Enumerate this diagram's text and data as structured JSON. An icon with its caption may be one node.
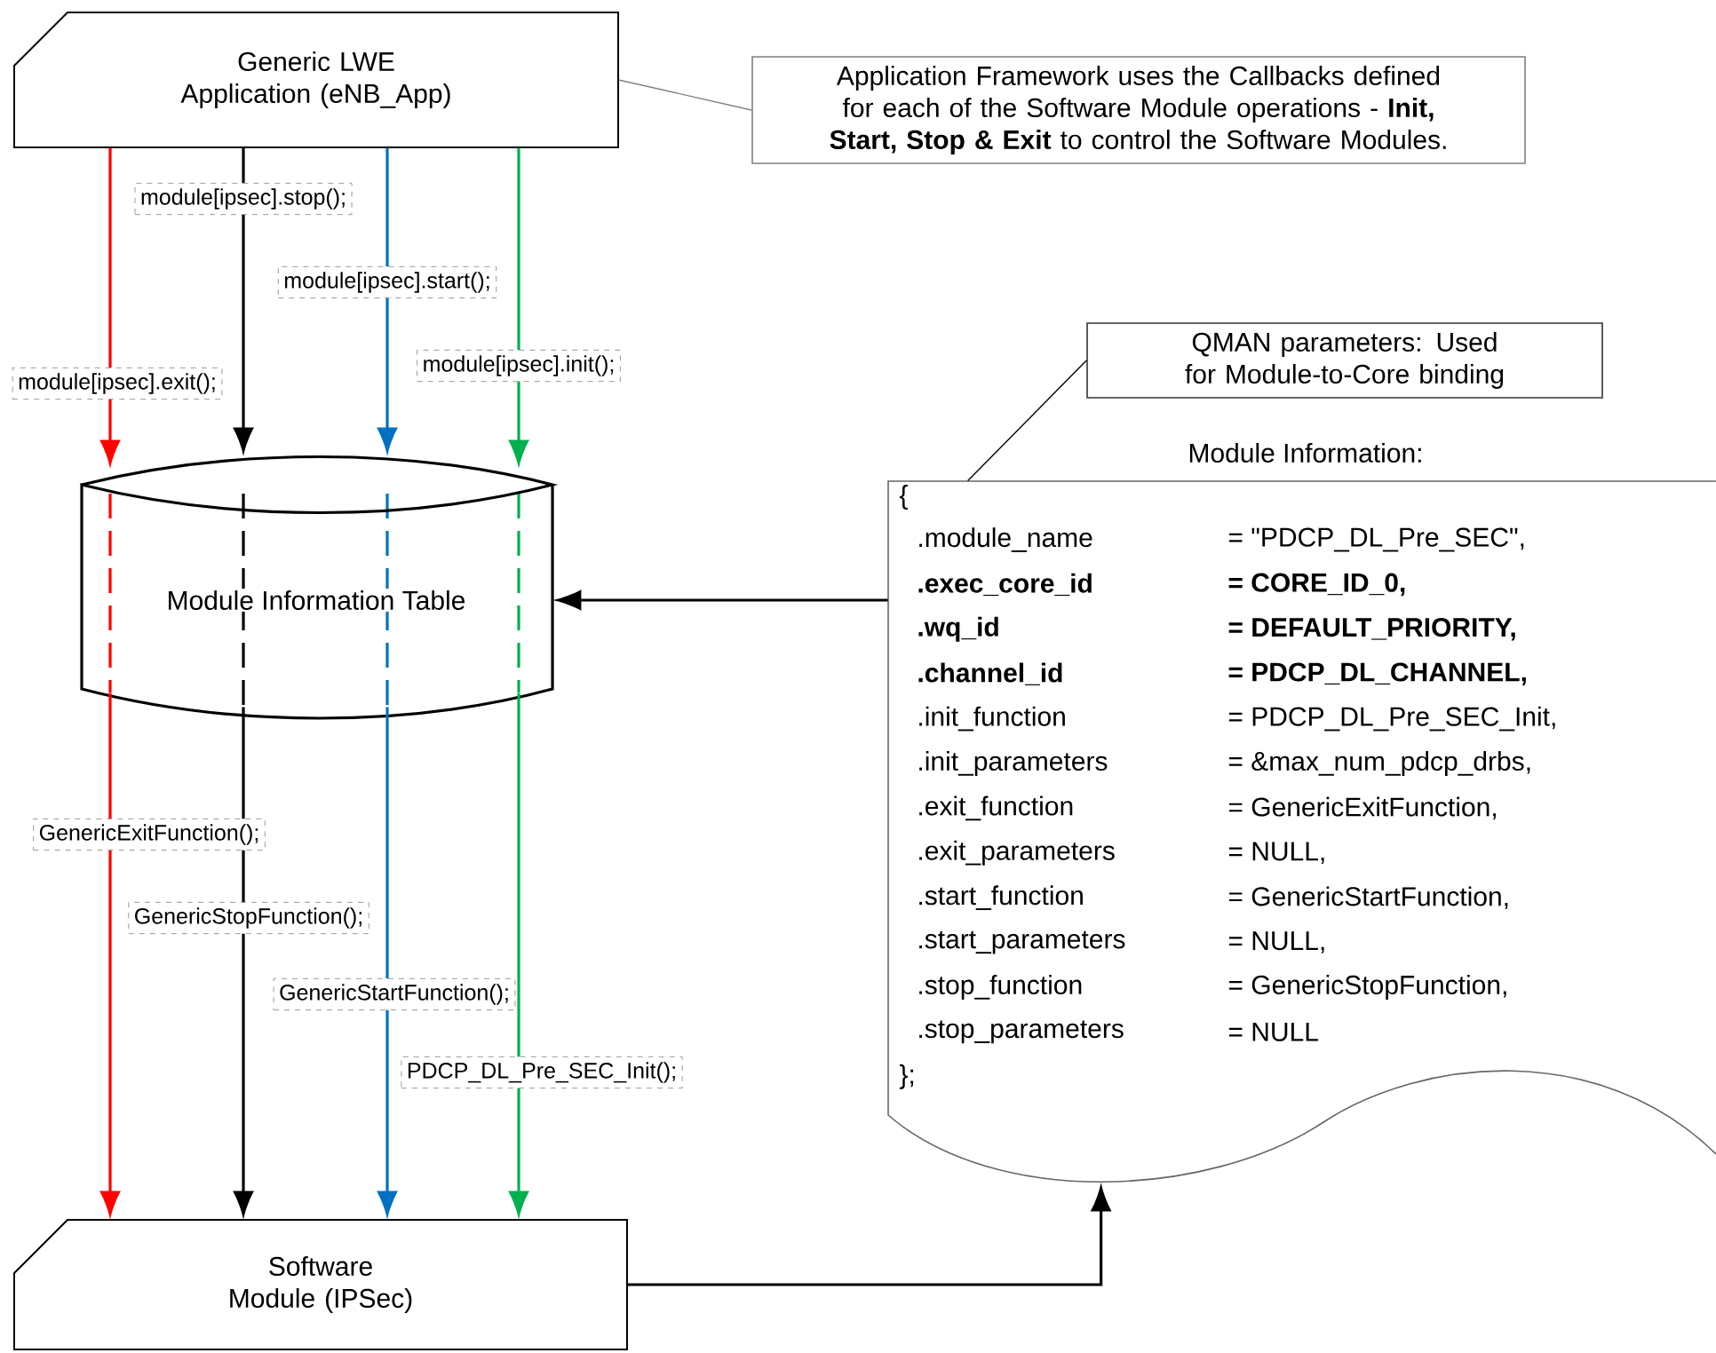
{
  "diagram": {
    "nodes": [
      {
        "text": [
          "Generic LWE Application (eNB_App)"
        ]
      },
      {
        "text": [
          "Software Module (IPSec)"
        ]
      },
      {
        "text": [
          "Module Information Table"
        ]
      },
      {
        "text": [
          "Module Information:",
          "{",
          ".module_name",
          "= \"PDCP_DL_Pre_SEC\",",
          ".exec_core_id",
          "= CORE_ID_0,",
          ".wq_id",
          "= DEFAULT_PRIORITY,",
          ".channel_id",
          "= PDCP_DL_CHANNEL,",
          ".init_function",
          "= PDCP_DL_Pre_SEC_Init,",
          ".init_parameters",
          "= &max_num_pdcp_drbs,",
          ".exit_function",
          "= GenericExitFunction,",
          ".exit_parameters",
          "= NULL,",
          ".start_function",
          "= GenericStartFunction,",
          ".start_parameters",
          "= NULL,",
          ".stop_function",
          "= GenericStopFunction,",
          ".stop_parameters",
          "= NULL",
          "};"
        ]
      },
      {
        "text": [
          "Application Framework uses the Callbacks defined for each of the Software Module operations - **Init, Start, Stop & Exit** to control the Software Modules."
        ]
      },
      {
        "text": [
          "QMAN parameters: Used for Module-to-Core binding"
        ]
      }
    ],
    "edges": [
      {
        "from": 0,
        "to": 2,
        "arrow": "to",
        "label": "module[ipsec].exit();",
        "color": "#ff0000"
      },
      {
        "from": 0,
        "to": 2,
        "arrow": "to",
        "label": "module[ipsec].stop();"
      },
      {
        "from": 0,
        "to": 2,
        "arrow": "to",
        "label": "module[ipsec].start();",
        "color": "#0070c0"
      },
      {
        "from": 0,
        "to": 2,
        "arrow": "to",
        "label": "module[ipsec].init();",
        "color": "#00b050"
      },
      {
        "from": 2,
        "to": 1,
        "arrow": "to",
        "label": "GenericExitFunction();",
        "color": "#ff0000"
      },
      {
        "from": 2,
        "to": 1,
        "arrow": "to",
        "label": "GenericStopFunction();"
      },
      {
        "from": 2,
        "to": 1,
        "arrow": "to",
        "label": "GenericStartFunction();",
        "color": "#0070c0"
      },
      {
        "from": 2,
        "to": 1,
        "arrow": "to",
        "label": "PDCP_DL_Pre_SEC_Init();",
        "color": "#00b050"
      },
      {
        "from": 3,
        "to": 2,
        "arrow": "to"
      },
      {
        "from": 1,
        "to": 3,
        "arrow": "to"
      },
      {
        "from": 4,
        "to": 0,
        "arrow": "none",
        "color": "#808080"
      },
      {
        "from": 5,
        "to": 3,
        "arrow": "none"
      }
    ]
  }
}
